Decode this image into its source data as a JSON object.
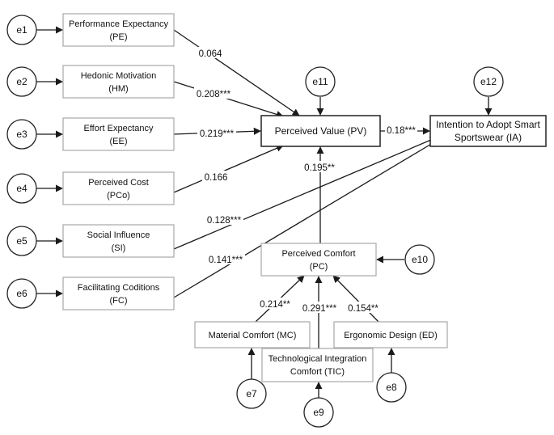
{
  "nodes": {
    "pe": {
      "line1": "Performance Expectancy",
      "line2": "(PE)"
    },
    "hm": {
      "line1": "Hedonic Motivation",
      "line2": "(HM)"
    },
    "ee": {
      "line1": "Effort Expectancy",
      "line2": "(EE)"
    },
    "pco": {
      "line1": "Perceived Cost",
      "line2": "(PCo)"
    },
    "si": {
      "line1": "Social Influence",
      "line2": "(SI)"
    },
    "fc": {
      "line1": "Facilitating Coditions",
      "line2": "(FC)"
    },
    "pv": {
      "line1": "Perceived Value (PV)"
    },
    "ia": {
      "line1": "Intention to Adopt Smart",
      "line2": "Sportswear (IA)"
    },
    "pc": {
      "line1": "Perceived Comfort",
      "line2": "(PC)"
    },
    "mc": {
      "line1": "Material Comfort (MC)"
    },
    "tic": {
      "line1": "Technological Integration",
      "line2": "Comfort (TIC)"
    },
    "ed": {
      "line1": "Ergonomic Design (ED)"
    }
  },
  "errors": {
    "e1": "e1",
    "e2": "e2",
    "e3": "e3",
    "e4": "e4",
    "e5": "e5",
    "e6": "e6",
    "e7": "e7",
    "e8": "e8",
    "e9": "e9",
    "e10": "e10",
    "e11": "e11",
    "e12": "e12"
  },
  "paths": {
    "pe_pv": "0.064",
    "hm_pv": "0.208***",
    "ee_pv": "0.219***",
    "pco_pv": "0.166",
    "si_ia": "0.128***",
    "fc_ia": "0.141***",
    "pv_ia": "0.18***",
    "pc_pv": "0.195**",
    "mc_pc": "0.214**",
    "tic_pc": "0.291***",
    "ed_pc": "0.154**"
  }
}
